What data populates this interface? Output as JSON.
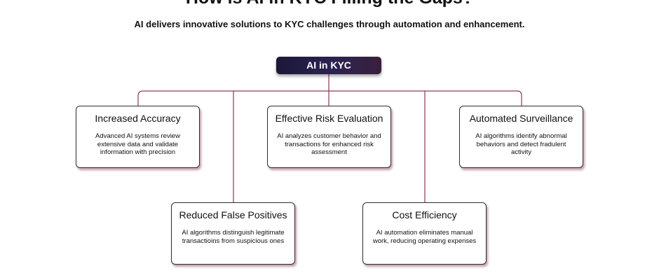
{
  "header": {
    "title": "How is AI in KYC Filling the Gaps?",
    "subtitle": "AI delivers innovative solutions to KYC challenges through automation and enhancement."
  },
  "root": {
    "label": "AI in KYC"
  },
  "nodes": [
    {
      "title": "Increased Accuracy",
      "text": "Advanced AI systems review extensive data and validate information with precision"
    },
    {
      "title": "Effective Risk Evaluation",
      "text": "AI analyzes customer behavior and transactions for enhanced risk assessment"
    },
    {
      "title": "Automated Surveillance",
      "text": "AI algorithms identify abnormal behaviors and detect fradulent activity"
    },
    {
      "title": "Reduced False Positives",
      "text": "AI algorithms distinguish legitimate transactioins from suspicious ones"
    },
    {
      "title": "Cost Efficiency",
      "text": "AI automation eliminates manual work, reducing operating expenses"
    }
  ],
  "colors": {
    "connector": "#8a3a52",
    "root_background": "#1f1a3d",
    "card_border": "#2b2d3a",
    "card_shadow": "#7a233c"
  }
}
